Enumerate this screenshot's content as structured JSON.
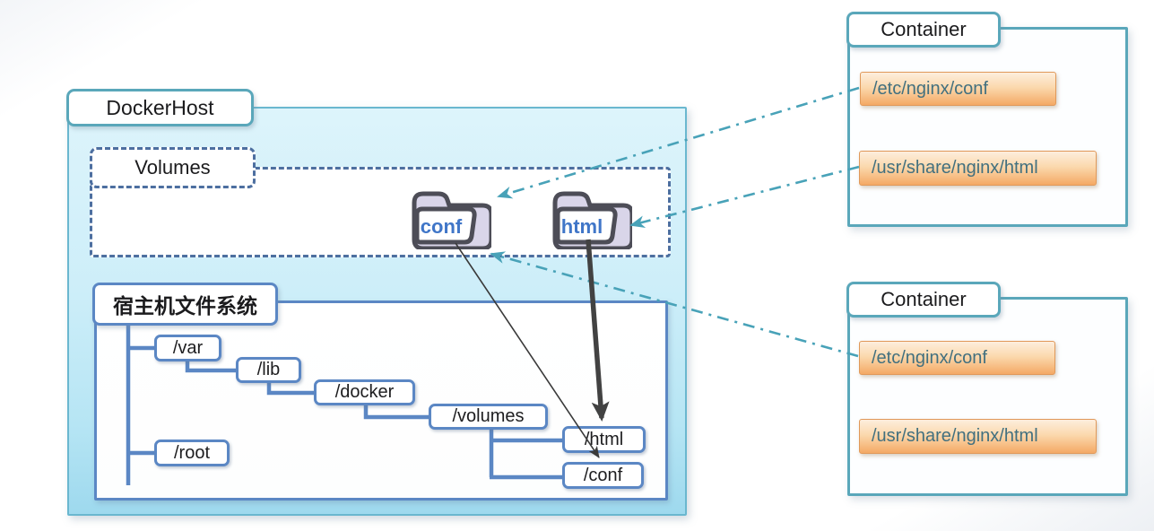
{
  "docker_host": {
    "label": "DockerHost",
    "volumes": {
      "label": "Volumes",
      "folders": [
        {
          "name": "conf"
        },
        {
          "name": "html"
        }
      ]
    },
    "host_fs": {
      "label": "宿主机文件系统",
      "nodes": [
        {
          "id": "var",
          "label": "/var"
        },
        {
          "id": "lib",
          "label": "/lib"
        },
        {
          "id": "docker",
          "label": "/docker"
        },
        {
          "id": "volumes",
          "label": "/volumes"
        },
        {
          "id": "html",
          "label": "/html"
        },
        {
          "id": "conf",
          "label": "/conf"
        },
        {
          "id": "root",
          "label": "/root"
        }
      ]
    }
  },
  "containers": [
    {
      "label": "Container",
      "mounts": [
        {
          "path": "/etc/nginx/conf"
        },
        {
          "path": "/usr/share/nginx/html"
        }
      ]
    },
    {
      "label": "Container",
      "mounts": [
        {
          "path": "/etc/nginx/conf"
        },
        {
          "path": "/usr/share/nginx/html"
        }
      ]
    }
  ],
  "connections": [
    {
      "from": "container-1 /etc/nginx/conf",
      "to": "volume folder conf",
      "style": "teal-dash-dot"
    },
    {
      "from": "container-1 /usr/share/nginx/html",
      "to": "volume folder html",
      "style": "teal-dash-dot"
    },
    {
      "from": "container-2 /etc/nginx/conf",
      "to": "volume folder conf",
      "style": "teal-dash-dot"
    },
    {
      "from": "volume folder conf",
      "to": "host path /conf",
      "style": "thin-black"
    },
    {
      "from": "volume folder html",
      "to": "host path /html",
      "style": "thick-black"
    }
  ],
  "colors": {
    "teal_border": "#5aa7ba",
    "teal_arrow": "#48a2b8",
    "steel_blue": "#5b87c4",
    "slate_dash": "#4d6fa0",
    "dockerhost_fill_top": "#ddf4fb",
    "dockerhost_fill_bottom": "#9ed9ee",
    "mount_fill_top": "#fdeedd",
    "mount_fill_bottom": "#f4a965",
    "mount_border": "#e0995a",
    "mount_text": "#42707f",
    "folder_stroke": "#4d4d57",
    "folder_flap": "#d9d5e9",
    "folder_text": "#4076c8"
  }
}
